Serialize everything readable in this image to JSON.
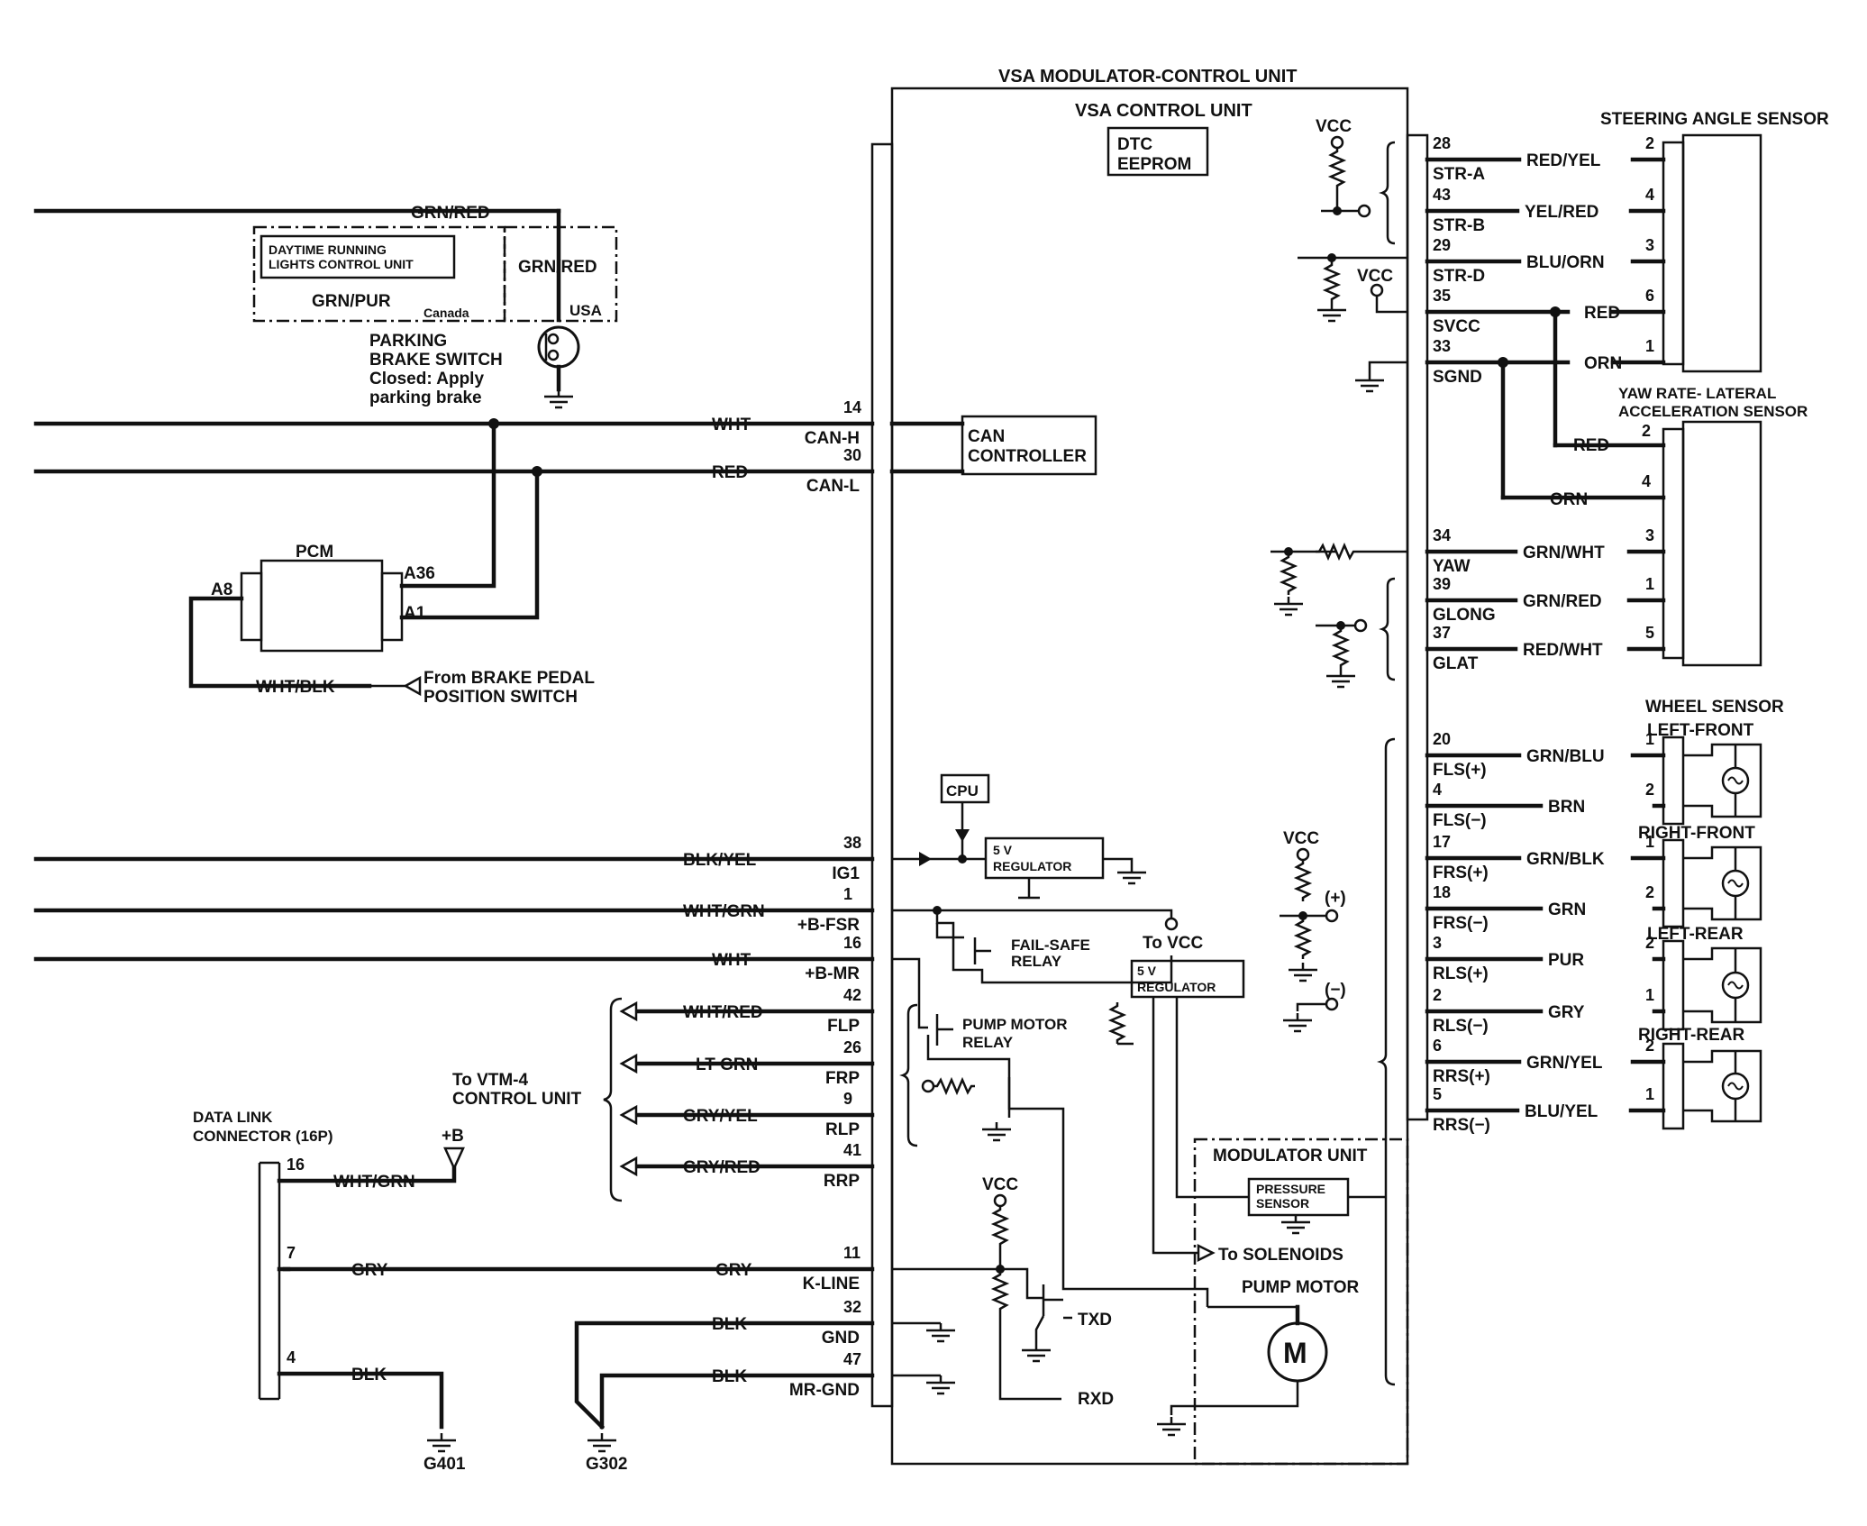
{
  "vsa": {
    "modulator_control_unit": "VSA MODULATOR-CONTROL UNIT",
    "control_unit": "VSA CONTROL UNIT",
    "dtc": "DTC",
    "eeprom": "EEPROM",
    "can_controller_1": "CAN",
    "can_controller_2": "CONTROLLER",
    "cpu": "CPU",
    "regulator_5v": "5 V",
    "regulator": "REGULATOR",
    "failsafe_1": "FAIL-SAFE",
    "failsafe_2": "RELAY",
    "pump_relay_1": "PUMP MOTOR",
    "pump_relay_2": "RELAY",
    "to_vcc": "To VCC",
    "vcc": "VCC",
    "plus": "(+)",
    "minus": "(−)",
    "txd": "TXD",
    "rxd": "RXD",
    "modulator_unit": "MODULATOR UNIT",
    "pressure_1": "PRESSURE",
    "pressure_2": "SENSOR",
    "to_solenoids": "To SOLENOIDS",
    "pump_motor": "PUMP MOTOR",
    "motor": "M"
  },
  "left": {
    "grn_red": "GRN/RED",
    "drl_1": "DAYTIME RUNNING",
    "drl_2": "LIGHTS CONTROL UNIT",
    "grn_pur": "GRN/PUR",
    "canada": "Canada",
    "grn_red_2": "GRN/RED",
    "usa": "USA",
    "pb_1": "PARKING",
    "pb_2": "BRAKE SWITCH",
    "pb_3": "Closed: Apply",
    "pb_4": "parking brake",
    "pcm": "PCM",
    "a8": "A8",
    "a36": "A36",
    "a1": "A1",
    "wht_blk": "WHT/BLK",
    "from_1": "From BRAKE PEDAL",
    "from_2": "POSITION SWITCH",
    "vtm_1": "To VTM-4",
    "vtm_2": "CONTROL UNIT",
    "dlc_1": "DATA LINK",
    "dlc_2": "CONNECTOR (16P)",
    "plus_b": "+B",
    "g401": "G401",
    "g302": "G302"
  },
  "left_pins": [
    {
      "wire": "WHT",
      "num": "14",
      "name": "CAN-H"
    },
    {
      "wire": "RED",
      "num": "30",
      "name": "CAN-L"
    },
    {
      "wire": "BLK/YEL",
      "num": "38",
      "name": "IG1"
    },
    {
      "wire": "WHT/GRN",
      "num": "1",
      "name": "+B-FSR"
    },
    {
      "wire": "WHT",
      "num": "16",
      "name": "+B-MR"
    },
    {
      "wire": "WHT/RED",
      "num": "42",
      "name": "FLP"
    },
    {
      "wire": "LT GRN",
      "num": "26",
      "name": "FRP"
    },
    {
      "wire": "GRY/YEL",
      "num": "9",
      "name": "RLP"
    },
    {
      "wire": "GRY/RED",
      "num": "41",
      "name": "RRP"
    },
    {
      "wire": "GRY",
      "num": "11",
      "name": "K-LINE"
    },
    {
      "wire": "BLK",
      "num": "32",
      "name": "GND"
    },
    {
      "wire": "BLK",
      "num": "47",
      "name": "MR-GND"
    }
  ],
  "dlc_pins": [
    {
      "num": "16",
      "wire": "WHT/GRN"
    },
    {
      "num": "7",
      "wire": "GRY"
    },
    {
      "num": "4",
      "wire": "BLK"
    }
  ],
  "right": {
    "steering_title": "STEERING ANGLE SENSOR",
    "yaw_title_1": "YAW RATE- LATERAL",
    "yaw_title_2": "ACCELERATION SENSOR",
    "wheel_title": "WHEEL SENSOR",
    "left_front": "LEFT-FRONT",
    "right_front": "RIGHT-FRONT",
    "left_rear": "LEFT-REAR",
    "right_rear": "RIGHT-REAR",
    "red_branch": "RED",
    "orn_branch": "ORN"
  },
  "right_pins": [
    {
      "num": "28",
      "name": "STR-A",
      "wire": "RED/YEL",
      "spin": "2"
    },
    {
      "num": "43",
      "name": "STR-B",
      "wire": "YEL/RED",
      "spin": "4"
    },
    {
      "num": "29",
      "name": "STR-D",
      "wire": "BLU/ORN",
      "spin": "3"
    },
    {
      "num": "35",
      "name": "SVCC",
      "wire": "RED",
      "spin": "6"
    },
    {
      "num": "33",
      "name": "SGND",
      "wire": "ORN",
      "spin": "1"
    },
    {
      "num": "34",
      "name": "YAW",
      "wire": "GRN/WHT",
      "spin": "3"
    },
    {
      "num": "39",
      "name": "GLONG",
      "wire": "GRN/RED",
      "spin": "1"
    },
    {
      "num": "37",
      "name": "GLAT",
      "wire": "RED/WHT",
      "spin": "5"
    },
    {
      "num": "20",
      "name": "FLS(+)",
      "wire": "GRN/BLU",
      "spin": "1"
    },
    {
      "num": "4",
      "name": "FLS(−)",
      "wire": "BRN",
      "spin": "2"
    },
    {
      "num": "17",
      "name": "FRS(+)",
      "wire": "GRN/BLK",
      "spin": "1"
    },
    {
      "num": "18",
      "name": "FRS(−)",
      "wire": "GRN",
      "spin": "2"
    },
    {
      "num": "3",
      "name": "RLS(+)",
      "wire": "PUR",
      "spin": "2"
    },
    {
      "num": "2",
      "name": "RLS(−)",
      "wire": "GRY",
      "spin": "1"
    },
    {
      "num": "6",
      "name": "RRS(+)",
      "wire": "GRN/YEL",
      "spin": "2"
    },
    {
      "num": "5",
      "name": "RRS(−)",
      "wire": "BLU/YEL",
      "spin": "1"
    }
  ],
  "yaw_pins": {
    "red": "2",
    "orn": "4"
  }
}
